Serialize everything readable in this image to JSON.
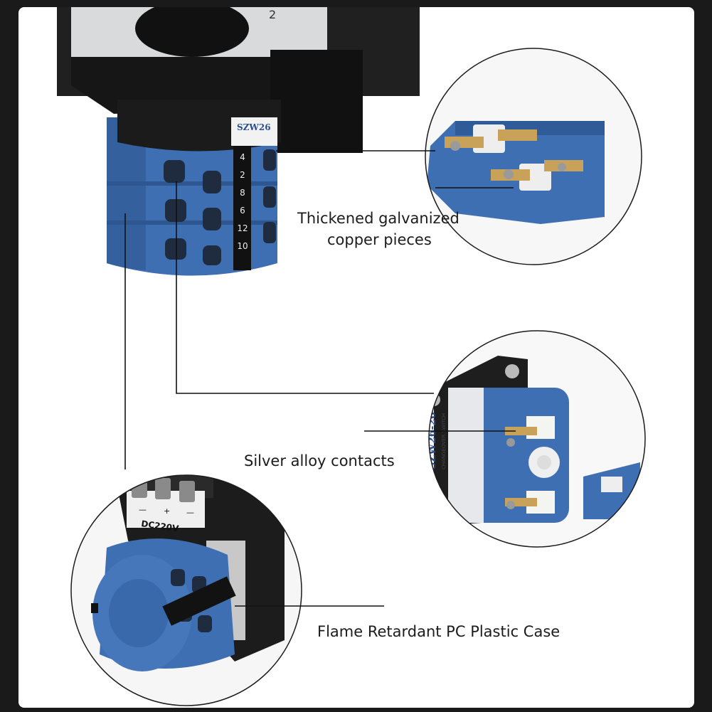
{
  "callouts": {
    "copper": {
      "line1": "Thickened galvanized",
      "line2": "copper pieces"
    },
    "silver": {
      "label": "Silver alloy contacts"
    },
    "case": {
      "label": "Flame Retardant PC Plastic Case"
    }
  },
  "product": {
    "brand": "SZW26",
    "model": "SZW26-20",
    "subtitle": "CHANGEOVER SWITCH",
    "dial_number": "2",
    "terminal_numbers": [
      "4",
      "2",
      "8",
      "6",
      "12",
      "10"
    ],
    "voltage_label": "DC220V",
    "polarity": [
      "—",
      "+",
      "—"
    ]
  },
  "colors": {
    "switch_blue": "#3f6fb3",
    "case_black": "#1e1e1e",
    "background": "#1a1a1a",
    "panel": "#ffffff"
  }
}
